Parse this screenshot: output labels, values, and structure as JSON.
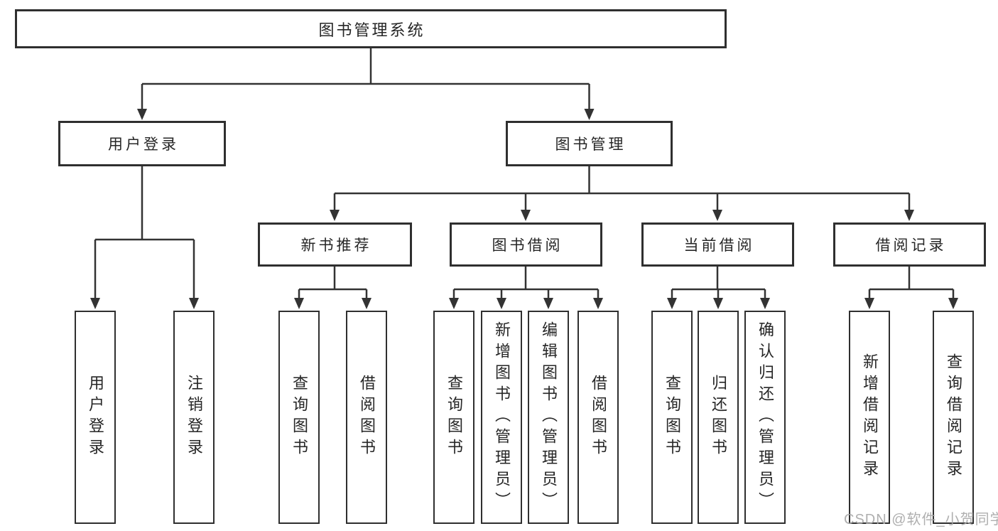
{
  "diagram_type": "tree",
  "root": {
    "label": "图书管理系统",
    "children": [
      {
        "label": "用户登录",
        "children": [
          {
            "label": "用户登录"
          },
          {
            "label": "注销登录"
          }
        ]
      },
      {
        "label": "图书管理",
        "children": [
          {
            "label": "新书推荐",
            "children": [
              {
                "label": "查询图书"
              },
              {
                "label": "借阅图书"
              }
            ]
          },
          {
            "label": "图书借阅",
            "children": [
              {
                "label": "查询图书"
              },
              {
                "label": "新增图书（管理员）"
              },
              {
                "label": "编辑图书（管理员）"
              },
              {
                "label": "借阅图书"
              }
            ]
          },
          {
            "label": "当前借阅",
            "children": [
              {
                "label": "查询图书"
              },
              {
                "label": "归还图书"
              },
              {
                "label": "确认归还（管理员）"
              }
            ]
          },
          {
            "label": "借阅记录",
            "children": [
              {
                "label": "新增借阅记录"
              },
              {
                "label": "查询借阅记录"
              }
            ]
          }
        ]
      }
    ]
  },
  "watermark": "CSDN @软件_小贺同学",
  "colors": {
    "line": "#333333",
    "border": "#2f2f2f",
    "text": "#262626",
    "watermark": "#a6a6a6",
    "background": "#ffffff"
  }
}
